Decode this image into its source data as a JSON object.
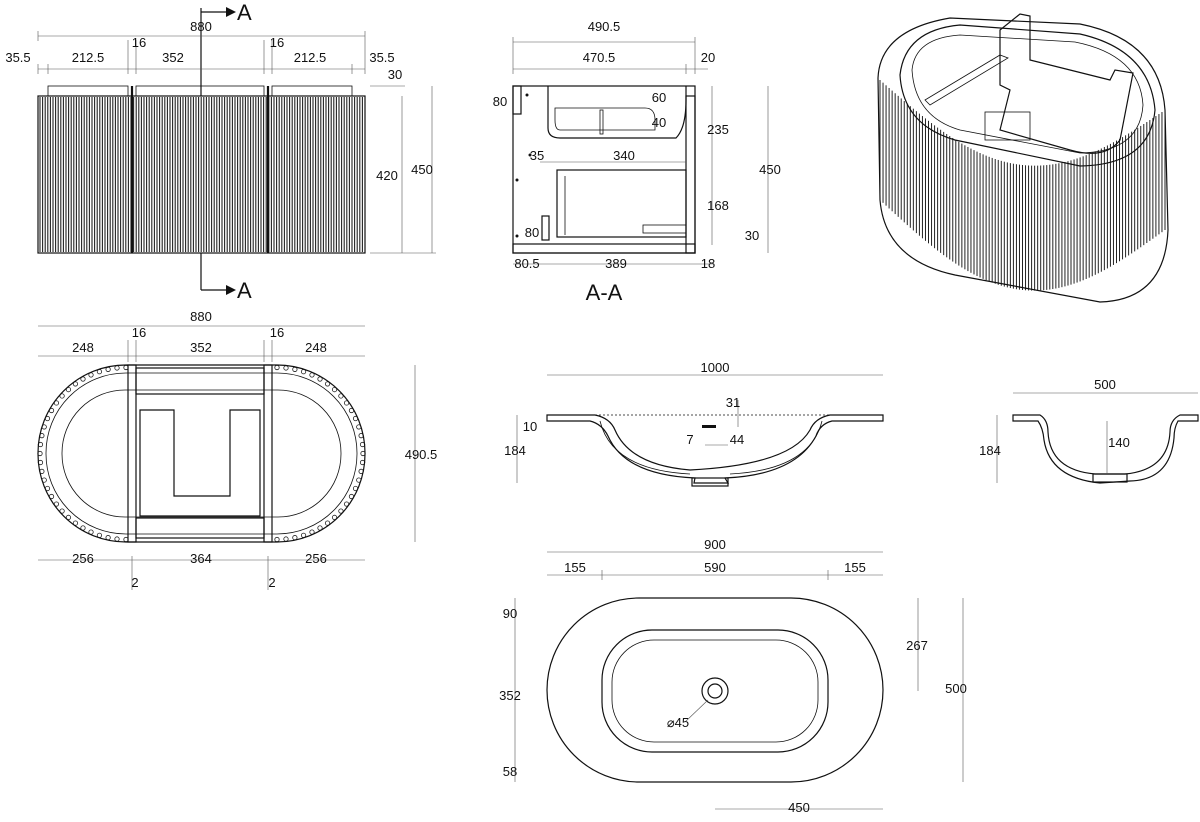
{
  "front_view": {
    "overall_width": "880",
    "side": "35.5",
    "left_panel": "212.5",
    "post_left": "16",
    "center": "352",
    "post_right": "16",
    "right_panel": "212.5",
    "side_right": "35.5",
    "top_gap": "30",
    "door_height": "420",
    "overall_height": "450",
    "section_mark": "A"
  },
  "section_view": {
    "title": "A-A",
    "overall_depth": "490.5",
    "inner_depth": "470.5",
    "back_gap": "20",
    "shelf_height": "80",
    "sink_height": "60",
    "sink_slot": "40",
    "upper_height": "235",
    "drawer_offset": "35",
    "drawer_depth": "340",
    "total_height": "450",
    "drawer_height": "168",
    "drawer_front": "80",
    "plinth": "30",
    "front_offset": "80.5",
    "base_depth": "389",
    "back_thickness": "18"
  },
  "top_view": {
    "overall_width": "880",
    "left": "248",
    "post_left": "16",
    "center": "352",
    "post_right": "16",
    "right": "248",
    "bottom_left": "256",
    "bottom_center": "364",
    "bottom_right": "256",
    "gap_left": "2",
    "gap_right": "2",
    "depth": "490.5"
  },
  "basin_front": {
    "width": "1000",
    "rim": "10",
    "height": "184",
    "overflow_height": "31",
    "drain_offset": "7",
    "drain_width": "44"
  },
  "basin_side": {
    "width": "500",
    "height": "184",
    "bowl_depth": "140"
  },
  "basin_top": {
    "width": "900",
    "left_margin": "155",
    "bowl_length": "590",
    "right_margin": "155",
    "top_margin": "90",
    "bowl_width": "352",
    "bottom_margin": "58",
    "drain_center": "267",
    "depth": "500",
    "drain_diameter": "⌀45",
    "half_width": "450"
  },
  "colors": {
    "line": "#111111",
    "background": "#ffffff"
  }
}
